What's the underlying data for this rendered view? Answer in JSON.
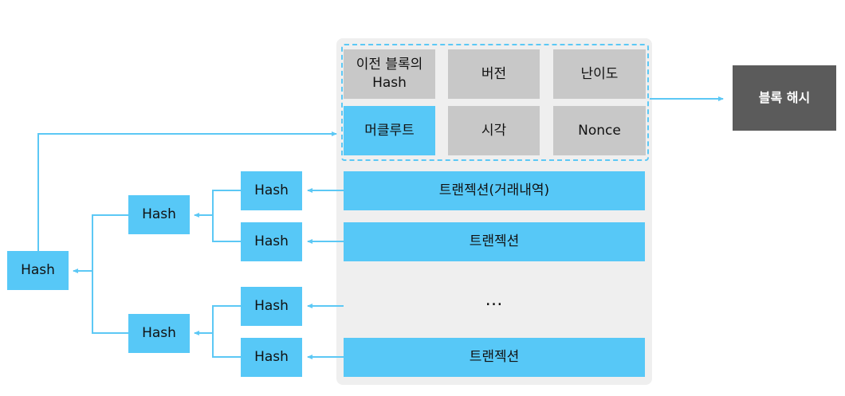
{
  "header": {
    "prev_hash": "이전 블록의 Hash",
    "version": "버전",
    "difficulty": "난이도",
    "merkle_root": "머클루트",
    "time": "시각",
    "nonce": "Nonce"
  },
  "block_hash": "블록 해시",
  "transactions": {
    "first": "트랜젝션(거래내역)",
    "second": "트랜젝션",
    "ellipsis": "…",
    "last": "트랜젝션"
  },
  "tree": {
    "leaf_1": "Hash",
    "leaf_2": "Hash",
    "leaf_3": "Hash",
    "leaf_4": "Hash",
    "mid_1": "Hash",
    "mid_2": "Hash",
    "root": "Hash"
  },
  "colors": {
    "blue_box": "#57c8f7",
    "grey_box": "#c8c8c8",
    "dark_box": "#5b5b5b",
    "line": "#5cc8f5",
    "panel": "#efefef"
  }
}
